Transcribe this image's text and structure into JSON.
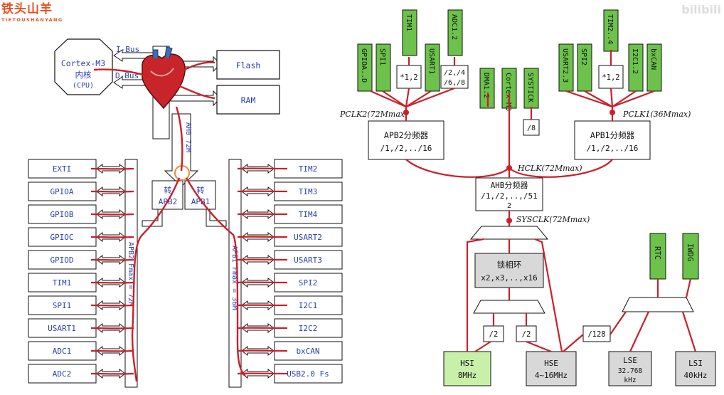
{
  "logo": {
    "name": "铁头山羊",
    "pinyin": "TIETOUSHANYANG"
  },
  "watermark": "bilibili",
  "left": {
    "cpu": {
      "line1": "Cortex-M3",
      "line2": "内核",
      "line3": "(CPU)"
    },
    "ibus": "I-Bus",
    "dbus": "D-Bus",
    "flash": "Flash",
    "ram": "RAM",
    "ahb_label": "AHB 72M",
    "bridge_apb2": {
      "line1": "转",
      "line2": "APB2"
    },
    "bridge_apb1": {
      "line1": "转",
      "line2": "APB1"
    },
    "apb2_bus_label": "APB2 Fmax = 72M",
    "apb1_bus_label": "APB1 Fmax = 36M",
    "apb2_peripherals": [
      "EXTI",
      "GPIOA",
      "GPIOB",
      "GPIOC",
      "GPIOD",
      "TIM1",
      "SPI1",
      "USART1",
      "ADC1",
      "ADC2"
    ],
    "apb1_peripherals": [
      "TIM2",
      "TIM3",
      "TIM4",
      "USART2",
      "USART3",
      "SPI2",
      "I2C1",
      "I2C2",
      "bxCAN",
      "USB2.0 Fs"
    ]
  },
  "right": {
    "apb2_top": [
      "GPIOA..D",
      "SPI1",
      "TIM1",
      "USART1",
      "ADC1.2"
    ],
    "apb2_mul": "*1,2",
    "apb2_div": [
      "/2,/4",
      "/6,/8"
    ],
    "pclk2": "PCLK2(72Mmax)",
    "apb2_prescaler": {
      "line1": "APB2分频器",
      "line2": "/1,/2,../16"
    },
    "core_top": [
      "DMA1.2",
      "Cortex-M3",
      "SYSTICK"
    ],
    "systick_div": "/8",
    "apb1_top": [
      "USART2.3",
      "SPI2",
      "TIM2..4",
      "I2C1.2",
      "bxCAN"
    ],
    "apb1_mul": "*1,2",
    "pclk1": "PCLK1(36Mmax)",
    "apb1_prescaler": {
      "line1": "APB1分频器",
      "line2": "/1,/2,../16"
    },
    "hclk": "HCLK(72Mmax)",
    "ahb_prescaler": {
      "line1": "AHB分频器",
      "line2": "/1,/2,..,/51",
      "line3": "2"
    },
    "sysclk": "SYSCLK(72Mmax)",
    "pll": {
      "line1": "锁相环",
      "line2": "x2,x3,..,x16"
    },
    "div_hsi": "/2",
    "div_hse": "/2",
    "div_128": "/128",
    "rtc": "RTC",
    "iwdg": "IWDG",
    "hsi": {
      "line1": "HSI",
      "line2": "8MHz"
    },
    "hse": {
      "line1": "HSE",
      "line2": "4~16MHz"
    },
    "lse": {
      "line1": "LSE",
      "line2": "32.768",
      "line3": "kHz"
    },
    "lsi": {
      "line1": "LSI",
      "line2": "40kHz"
    }
  },
  "colors": {
    "logo": "#e8501f",
    "wire": "#cc1f2a",
    "green": "#6cc24a",
    "gray": "#d8d8d8",
    "label_blue": "#2a3fb0"
  }
}
